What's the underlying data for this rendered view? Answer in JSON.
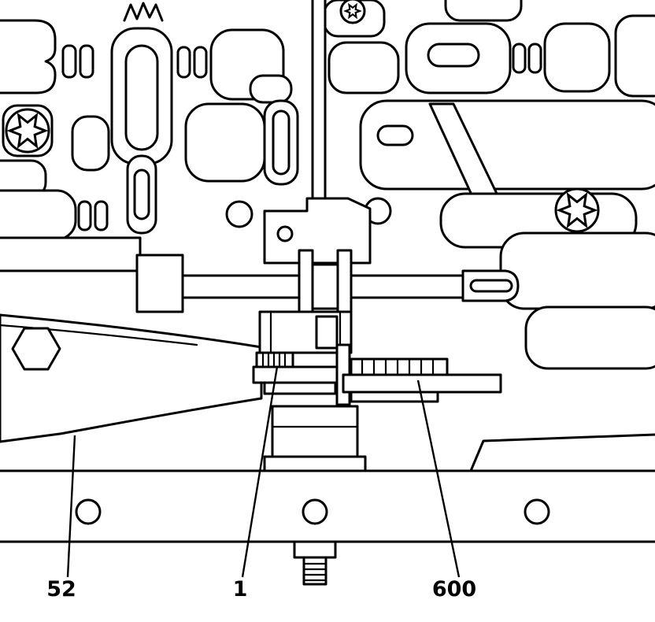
{
  "figure": {
    "callouts": [
      {
        "label": "52"
      },
      {
        "label": "1"
      },
      {
        "label": "600"
      }
    ]
  },
  "colors": {
    "line": "#000000",
    "background": "#ffffff"
  }
}
